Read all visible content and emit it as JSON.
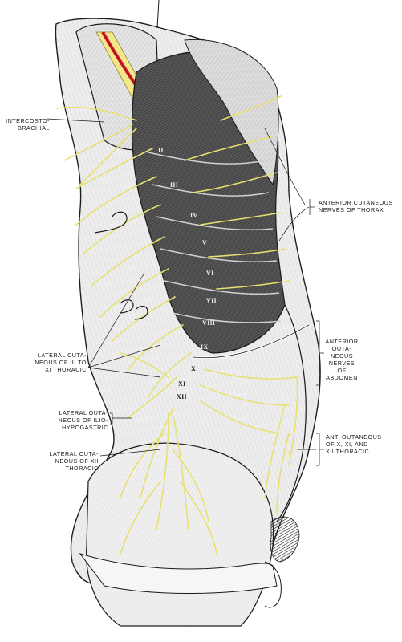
{
  "labels": {
    "intercostobrachial": "INTERCOSTO-\nBRACHIAL",
    "anterior_cutaneous_thorax": "ANTERIOR CUTANEOUS\nNERVES OF THORAX",
    "anterior_cutaneous_abdomen": "ANTERIOR\nOUTA-\nNEOUS\nNERVES\nOF\nABDOMEN",
    "lateral_cutaneous_iii_xi": "LATERAL CUTA-\nNEOUS OF III TO\nXI THORACIC",
    "lateral_cutaneous_iliohypogastric": "LATERAL OUTA-\nNEOUS OF ILIO-\nHYPOGASTRIC",
    "lateral_cutaneous_xii": "LATERAL OUTA-\nNEOUS OF XII\nTHORACIC",
    "ant_cutaneous_x_xi_xii": "ANT. OUTANEOUS\nOF X, XI, AND\nXII THORACIC"
  },
  "rib_numerals": {
    "ii": "II",
    "iii": "III",
    "iv": "IV",
    "v": "V",
    "vi": "VI",
    "vii": "VII",
    "viii": "VIII",
    "ix": "IX",
    "x": "X",
    "xi": "XI",
    "xii": "XII"
  },
  "colors": {
    "nerve": "#e8e070",
    "nerve_outline": "#8a8430",
    "artery": "#d8182a",
    "skin": "#eeeeee",
    "skin_shade": "#c8c8c8",
    "muscle": "#4a4a4a",
    "muscle_dark": "#2a2a2a",
    "ink": "#1a1a1a"
  }
}
